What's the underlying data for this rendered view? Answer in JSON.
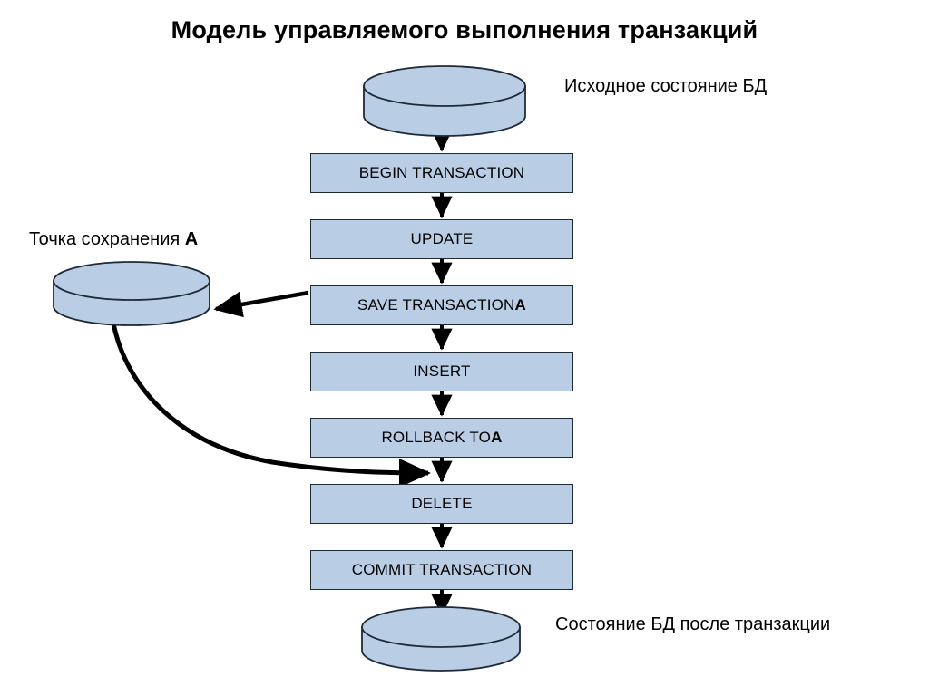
{
  "page": {
    "title": "Модель управляемого выполнения транзакций",
    "background": "#ffffff",
    "shape_fill": "#b9cde5",
    "shape_stroke": "#1f2a37",
    "connector_color": "#000000"
  },
  "diagram": {
    "type": "flowchart",
    "orientation": "vertical",
    "steps": [
      {
        "id": "begin",
        "label": "BEGIN TRANSACTION",
        "mark": ""
      },
      {
        "id": "update",
        "label": "UPDATE",
        "mark": ""
      },
      {
        "id": "save",
        "label": "SAVE TRANSACTION ",
        "mark": "A"
      },
      {
        "id": "insert",
        "label": "INSERT",
        "mark": ""
      },
      {
        "id": "rollback",
        "label": "ROLLBACK TO ",
        "mark": "A"
      },
      {
        "id": "delete",
        "label": "DELETE",
        "mark": ""
      },
      {
        "id": "commit",
        "label": "COMMIT TRANSACTION",
        "mark": ""
      }
    ],
    "databases": [
      {
        "id": "db-initial",
        "caption": "Исходное состояние БД"
      },
      {
        "id": "db-savepoint",
        "caption": "Точка сохранения ",
        "mark": "A"
      },
      {
        "id": "db-final",
        "caption": "Состояние БД после транзакции"
      }
    ],
    "connectors": [
      {
        "from": "db-initial",
        "to": "begin",
        "style": "straight-arrow"
      },
      {
        "from": "begin",
        "to": "update",
        "style": "straight-arrow"
      },
      {
        "from": "update",
        "to": "save",
        "style": "straight-arrow"
      },
      {
        "from": "save",
        "to": "db-savepoint",
        "style": "diagonal-arrow"
      },
      {
        "from": "save",
        "to": "insert",
        "style": "straight-arrow"
      },
      {
        "from": "insert",
        "to": "rollback",
        "style": "straight-arrow"
      },
      {
        "from": "db-savepoint",
        "to": "delete",
        "style": "curved-arrow"
      },
      {
        "from": "rollback",
        "to": "delete",
        "style": "straight-arrow"
      },
      {
        "from": "delete",
        "to": "commit",
        "style": "straight-arrow"
      },
      {
        "from": "commit",
        "to": "db-final",
        "style": "straight-arrow"
      }
    ]
  }
}
